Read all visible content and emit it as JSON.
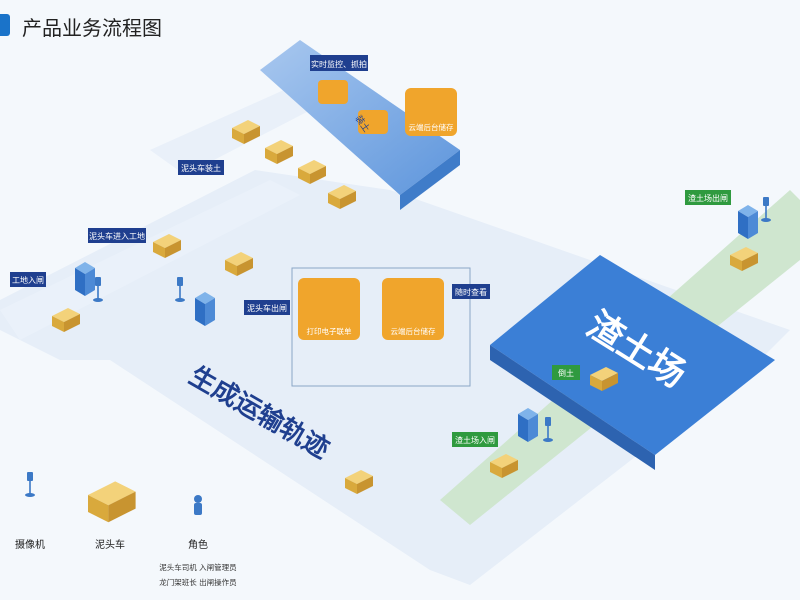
{
  "page_title": "产品业务流程图",
  "labels": {
    "monitor": "实时监控、抓拍",
    "loading_vertical": "装土",
    "cloud_top": "云端后台储存",
    "truck_loading": "泥头车装土",
    "truck_enter_site": "泥头车进入工地",
    "site_gate": "工地入闸",
    "truck_exit": "泥头车出闸",
    "print_ticket": "打印电子联单",
    "cloud_mid": "云端后台储存",
    "view_anytime": "随时查看",
    "muck_exit": "渣土场出闸",
    "muck_field": "渣土场",
    "dump": "倒土",
    "muck_enter": "渣土场入闸",
    "track": "生成运输轨迹"
  },
  "legend": {
    "camera": "摄像机",
    "truck": "泥头车",
    "role": "角色",
    "role_line1": "泥头车司机  入闸管理员",
    "role_line2": "龙门架班长  出闸操作员"
  },
  "colors": {
    "accent_blue": "#1a73c9",
    "label_navy": "#1f3f8f",
    "label_green": "#2f9a3f",
    "orange": "#f0a52c",
    "road": "#e3edf8",
    "green_road": "#cfe7cf",
    "field": "#3b7fd6"
  }
}
